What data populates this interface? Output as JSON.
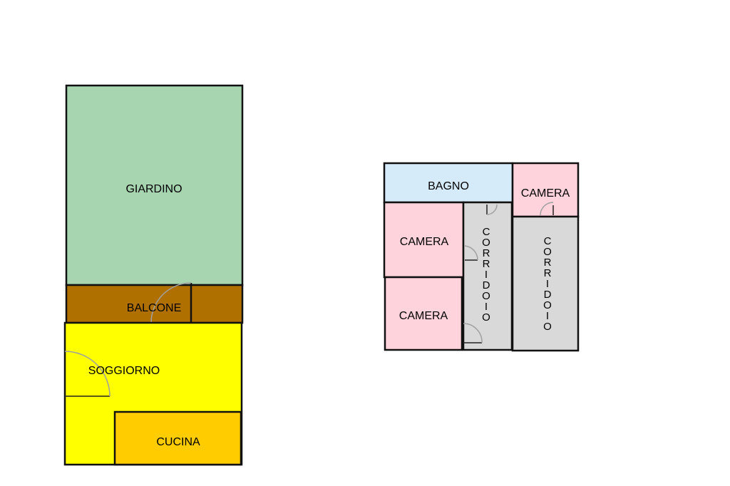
{
  "colors": {
    "giardino": "#a6d5b0",
    "balcone": "#b07000",
    "soggiorno": "#ffff00",
    "cucina": "#ffcc00",
    "bagno": "#d6ebfa",
    "camera": "#ffd3dc",
    "corridoio": "#d9d9d9",
    "outline": "#111111"
  },
  "floor_a": {
    "rooms": {
      "giardino": "GIARDINO",
      "balcone": "BALCONE",
      "soggiorno": "SOGGIORNO",
      "cucina": "CUCINA"
    }
  },
  "floor_b": {
    "rooms": {
      "bagno": "BAGNO",
      "camera_top_right": "CAMERA",
      "camera_left_upper": "CAMERA",
      "camera_left_lower": "CAMERA",
      "corridoio_narrow": "CORRIDOIO",
      "corridoio_wide": "CORRIDOIO"
    }
  }
}
